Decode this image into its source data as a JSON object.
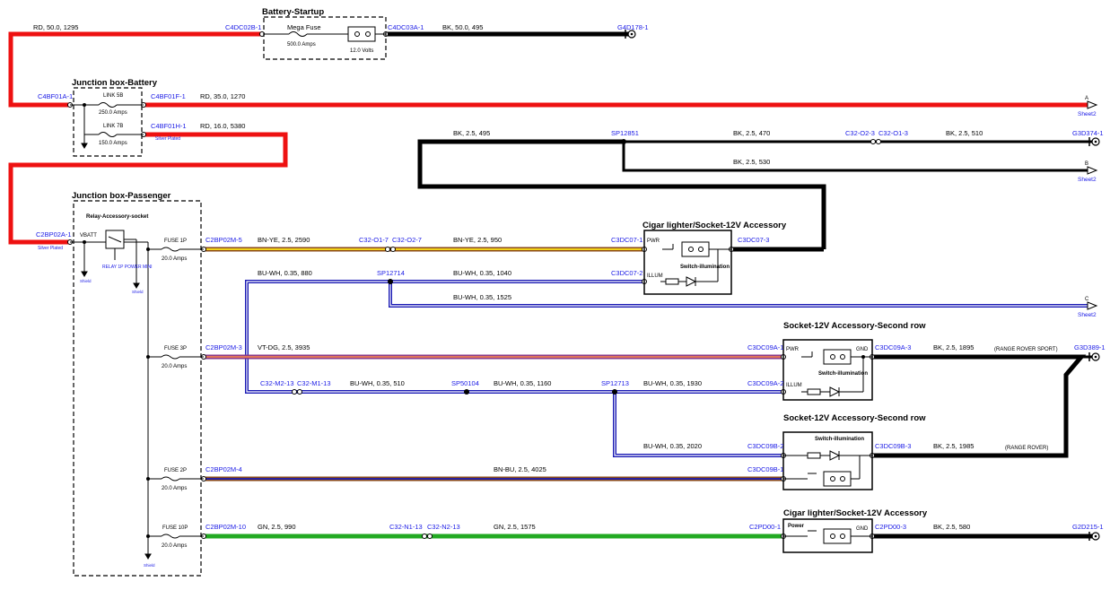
{
  "colors": {
    "red": "#ee1111",
    "black": "#000000",
    "blue": "#1a1ab4",
    "yellow": "#f2d21a",
    "green": "#22aa22",
    "violet": "#8a3a8a",
    "brown": "#8a4a1a",
    "connector_label": "#1a1ae6"
  },
  "boxes": {
    "battery_startup": {
      "title": "Battery-Startup",
      "fuse": "Mega Fuse",
      "fuse_rating": "500.0 Amps",
      "battery_voltage": "12.0 Volts"
    },
    "junction_battery": {
      "title": "Junction box-Battery",
      "link1": "LINK 5B",
      "link1_rating": "250.0 Amps",
      "link2": "LINK 7B",
      "link2_rating": "150.0 Amps"
    },
    "junction_passenger": {
      "title": "Junction box-Passenger",
      "relay_title": "Relay-Accessory-socket",
      "vbatt": "VBATT",
      "relay_label": "RELAY 1P POWER MINI",
      "fuses": [
        {
          "name": "FUSE 1P",
          "rating": "20.0 Amps"
        },
        {
          "name": "FUSE 3P",
          "rating": "20.0 Amps"
        },
        {
          "name": "FUSE 2P",
          "rating": "20.0 Amps"
        },
        {
          "name": "FUSE 10P",
          "rating": "20.0 Amps"
        }
      ]
    },
    "cigar_front": {
      "title": "Cigar lighter/Socket-12V Accessory",
      "pwr": "PWR",
      "illum": "ILLUM",
      "switch": "Switch-illumination"
    },
    "socket_row2_a": {
      "title": "Socket-12V Accessory-Second row",
      "pwr": "PWR",
      "gnd": "GND",
      "illum": "ILLUM",
      "switch": "Switch-illumination"
    },
    "socket_row2_b": {
      "title": "Socket-12V Accessory-Second row",
      "switch": "Switch-illumination"
    },
    "cigar_rear": {
      "title": "Cigar lighter/Socket-12V Accessory",
      "power": "Power",
      "gnd": "GND"
    }
  },
  "connectors": {
    "c4dc02b": "C4DC02B-1",
    "c4dc03a": "C4DC03A-1",
    "g4d178": "G4D178-1",
    "c4bf01a": "C4BF01A-1",
    "c4bf01f": "C4BF01F-1",
    "c4bf01h": "C4BF01H-1",
    "c2bp02a": "C2BP02A-1",
    "c2bp02m5": "C2BP02M-5",
    "c2bp02m3": "C2BP02M-3",
    "c2bp02m4": "C2BP02M-4",
    "c2bp02m10": "C2BP02M-10",
    "c32o17": "C32-O1-7",
    "c32o27": "C32-O2-7",
    "c3dc071": "C3DC07-1",
    "c3dc072": "C3DC07-2",
    "c3dc073": "C3DC07-3",
    "sp12851": "SP12851",
    "c32o23": "C32-O2-3",
    "c32o13": "C32-O1-3",
    "g3d374": "G3D374-1",
    "sp12714": "SP12714",
    "c3dc09a1": "C3DC09A-1",
    "c3dc09a2": "C3DC09A-2",
    "c3dc09a3": "C3DC09A-3",
    "g3d389": "G3D389-1",
    "c32m213": "C32-M2-13",
    "c32m113": "C32-M1-13",
    "sp50104": "SP50104",
    "sp12713": "SP12713",
    "c3dc09b2": "C3DC09B-2",
    "c3dc09b3": "C3DC09B-3",
    "c3dc09b1": "C3DC09B-1",
    "c32n113": "C32-N1-13",
    "c32n213": "C32-N2-13",
    "c2pd001": "C2PD00-1",
    "c2pd003": "C2PD00-3",
    "g2d215": "G2D215-1"
  },
  "wires": {
    "w_rd_1295": "RD, 50.0, 1295",
    "w_bk_495a": "BK, 50.0, 495",
    "w_rd_1270": "RD, 35.0, 1270",
    "w_rd_5380": "RD, 16.0, 5380",
    "w_bk_495b": "BK, 2.5, 495",
    "w_bk_470": "BK, 2.5, 470",
    "w_bk_510": "BK, 2.5, 510",
    "w_bk_530": "BK, 2.5, 530",
    "w_bnye_2590": "BN-YE, 2.5, 2590",
    "w_bnye_950": "BN-YE, 2.5, 950",
    "w_buwh_880": "BU-WH, 0.35, 880",
    "w_buwh_1040": "BU-WH, 0.35, 1040",
    "w_buwh_1525": "BU-WH, 0.35, 1525",
    "w_vtdg_3935": "VT-DG, 2.5, 3935",
    "w_bk_1895": "BK, 2.5, 1895",
    "w_buwh_510": "BU-WH, 0.35, 510",
    "w_buwh_1160": "BU-WH, 0.35, 1160",
    "w_buwh_1930": "BU-WH, 0.35, 1930",
    "w_buwh_2020": "BU-WH, 0.35, 2020",
    "w_bk_1985": "BK, 2.5, 1985",
    "w_bnbu_4025": "BN-BU, 2.5, 4025",
    "w_gn_990": "GN, 2.5, 990",
    "w_gn_1575": "GN, 2.5, 1575",
    "w_bk_580": "BK, 2.5, 580"
  },
  "notes": {
    "silver_plated_1": "Silver Plated",
    "silver_plated_2": "Silver Plated",
    "range_rover_sport": "(RANGE ROVER SPORT)",
    "range_rover": "(RANGE ROVER)"
  },
  "offpage": {
    "a": {
      "letter": "A",
      "sheet": "Sheet2"
    },
    "b": {
      "letter": "B",
      "sheet": "Sheet2"
    },
    "c": {
      "letter": "C",
      "sheet": "Sheet2"
    }
  },
  "shields": [
    "Shield",
    "Shield",
    "Shield"
  ]
}
